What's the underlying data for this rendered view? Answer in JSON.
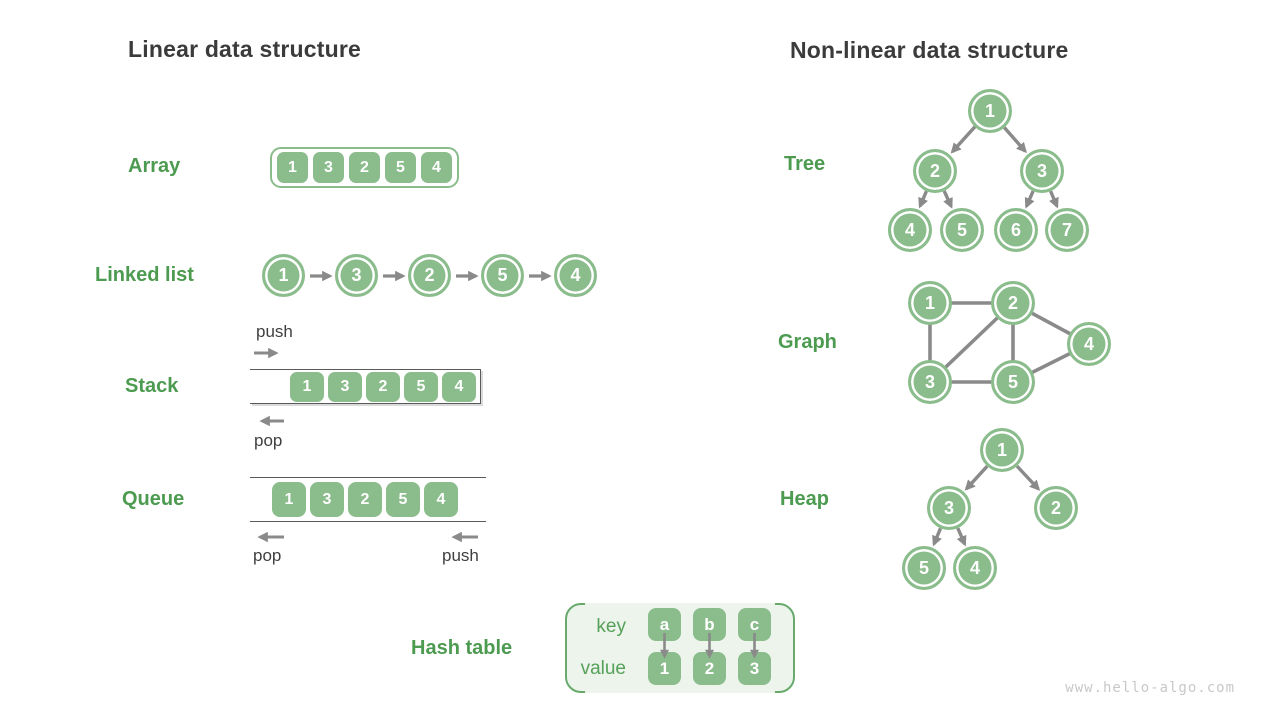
{
  "section_titles": {
    "linear": "Linear data structure",
    "nonlinear": "Non-linear data structure"
  },
  "array": {
    "label": "Array",
    "values": [
      "1",
      "3",
      "2",
      "5",
      "4"
    ]
  },
  "linked_list": {
    "label": "Linked list",
    "values": [
      "1",
      "3",
      "2",
      "5",
      "4"
    ]
  },
  "stack": {
    "label": "Stack",
    "values": [
      "1",
      "3",
      "2",
      "5",
      "4"
    ],
    "push": "push",
    "pop": "pop"
  },
  "queue": {
    "label": "Queue",
    "values": [
      "1",
      "3",
      "2",
      "5",
      "4"
    ],
    "push": "push",
    "pop": "pop"
  },
  "hash_table": {
    "label": "Hash table",
    "key_header": "key",
    "value_header": "value",
    "keys": [
      "a",
      "b",
      "c"
    ],
    "values": [
      "1",
      "2",
      "3"
    ]
  },
  "tree": {
    "label": "Tree",
    "nodes": [
      "1",
      "2",
      "3",
      "4",
      "5",
      "6",
      "7"
    ],
    "edges": [
      [
        "1",
        "2"
      ],
      [
        "1",
        "3"
      ],
      [
        "2",
        "4"
      ],
      [
        "2",
        "5"
      ],
      [
        "3",
        "6"
      ],
      [
        "3",
        "7"
      ]
    ]
  },
  "graph": {
    "label": "Graph",
    "nodes": [
      "1",
      "2",
      "3",
      "4",
      "5"
    ],
    "edges": [
      [
        "1",
        "2"
      ],
      [
        "1",
        "3"
      ],
      [
        "2",
        "3"
      ],
      [
        "2",
        "5"
      ],
      [
        "2",
        "4"
      ],
      [
        "3",
        "5"
      ],
      [
        "5",
        "4"
      ]
    ]
  },
  "heap": {
    "label": "Heap",
    "nodes": [
      "1",
      "3",
      "2",
      "5",
      "4"
    ],
    "edges": [
      [
        "1",
        "3"
      ],
      [
        "1",
        "2"
      ],
      [
        "3",
        "5"
      ],
      [
        "3",
        "4"
      ]
    ]
  },
  "watermark": "www.hello-algo.com",
  "colors": {
    "node_green": "#8abc8c",
    "label_green": "#4c9b50",
    "title_gray": "#3b3b3b",
    "arrow_gray": "#8a8a8a",
    "hash_bg": "#ecf4ec",
    "hash_border": "#68aa6c",
    "container_line": "#5a5a5a",
    "watermark_gray": "#c8c8c8"
  }
}
